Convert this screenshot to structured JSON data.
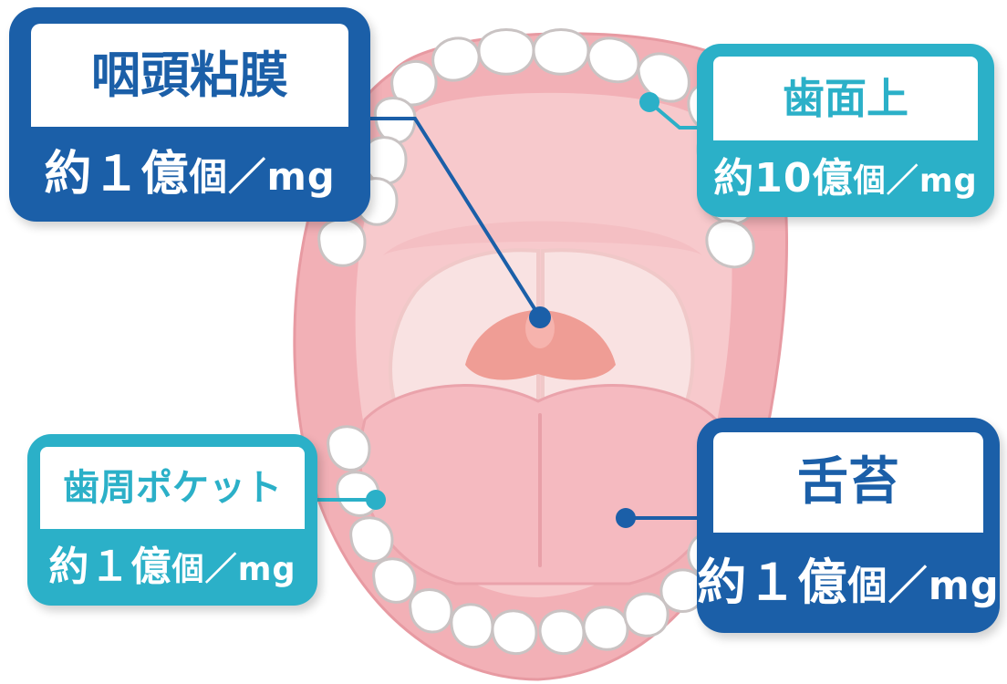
{
  "colors": {
    "dark_blue": "#1b5fa8",
    "light_blue": "#2bb0c8",
    "lip": "#f2b0b6",
    "mouth_cavity": "#f7c9cc",
    "throat": "#f9e2e2",
    "uvula": "#ef9d95",
    "tongue": "#f5bac0",
    "tooth": "#ffffff",
    "tooth_outline": "#c9c3c3"
  },
  "labels": {
    "pharynx": {
      "title": "咽頭粘膜",
      "amount_main": "約１億",
      "amount_unit": "個／mg"
    },
    "tooth_surface": {
      "title": "歯面上",
      "amount_main": "約10億",
      "amount_unit": "個／mg"
    },
    "periodontal_pocket": {
      "title": "歯周ポケット",
      "amount_main": "約１億",
      "amount_unit": "個／mg"
    },
    "tongue_coating": {
      "title": "舌苔",
      "amount_main": "約１億",
      "amount_unit": "個／mg"
    }
  }
}
